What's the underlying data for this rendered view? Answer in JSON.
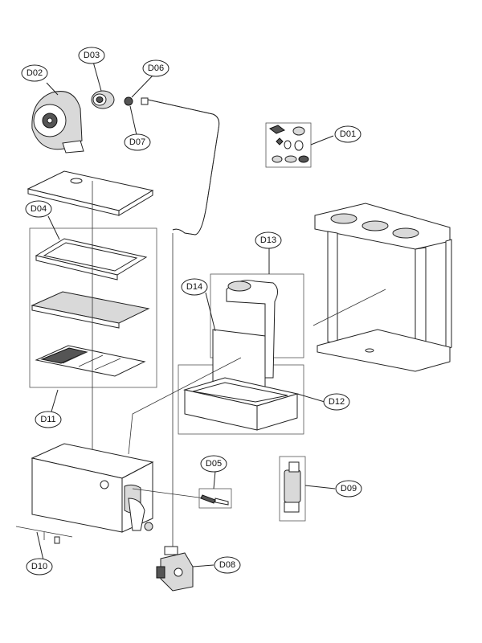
{
  "labels": {
    "D01": "D01",
    "D02": "D02",
    "D03": "D03",
    "D04": "D04",
    "D05": "D05",
    "D06": "D06",
    "D07": "D07",
    "D08": "D08",
    "D09": "D09",
    "D10": "D10",
    "D11": "D11",
    "D12": "D12",
    "D13": "D13",
    "D14": "D14"
  }
}
